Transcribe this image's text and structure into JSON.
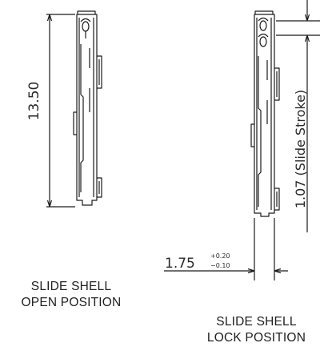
{
  "drawing": {
    "height_dimension": "13.50",
    "stroke_dimension": "1.07 (Slide Stroke)",
    "width_dimension": "1.75",
    "width_tol_plus": "+0.20",
    "width_tol_minus": "−0.10"
  },
  "captions": {
    "open_line1": "SLIDE SHELL",
    "open_line2": "OPEN POSITION",
    "lock_line1": "SLIDE SHELL",
    "lock_line2": "LOCK POSITION"
  },
  "colors": {
    "line": "#1a1a1a",
    "background": "#ffffff"
  }
}
